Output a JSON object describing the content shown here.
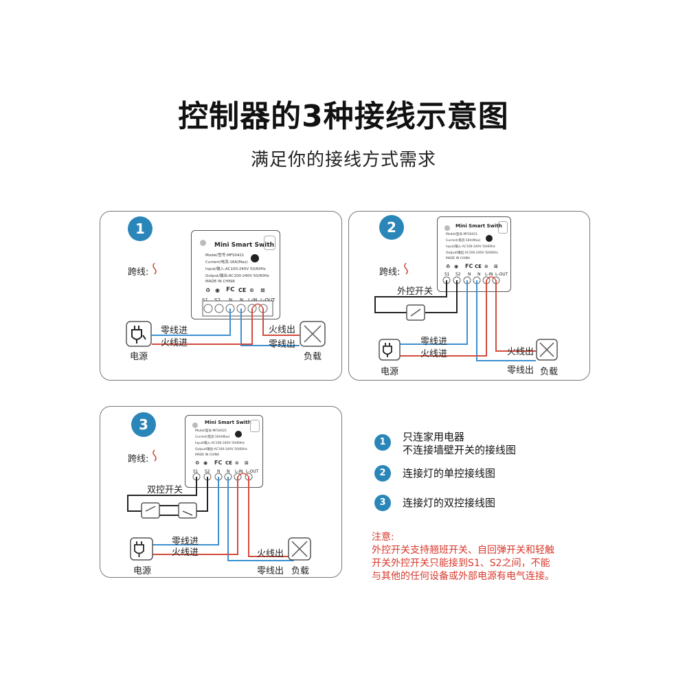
{
  "title": "控制器的3种接线示意图",
  "subtitle": "满足你的接线方式需求",
  "device": {
    "name": "Mini Smart Swith",
    "model": "Model/型号:MFS0421",
    "current": "Current/电流:16A(Max)",
    "input": "Input/输入:AC100-240V 50/60Hz",
    "output": "Output/输出:AC100-240V 50/60Hz",
    "made": "MADE IN CHINA",
    "terminals": [
      "S1",
      "S2",
      "N",
      "N",
      "L-IN",
      "L-OUT"
    ],
    "cert": "FC"
  },
  "labels": {
    "jumper": "跨线:",
    "neutral_in": "零线进",
    "live_in": "火线进",
    "live_out": "火线出",
    "neutral_out": "零线出",
    "power": "电源",
    "load": "负载",
    "ext_switch": "外控开关",
    "dual_switch": "双控开关"
  },
  "panels": [
    {
      "number": "1"
    },
    {
      "number": "2"
    },
    {
      "number": "3"
    }
  ],
  "legend": [
    {
      "number": "1",
      "line1": "只连家用电器",
      "line2": "不连接墙壁开关的接线图"
    },
    {
      "number": "2",
      "line1": "连接灯的单控接线图"
    },
    {
      "number": "3",
      "line1": "连接灯的双控接线图"
    }
  ],
  "note": {
    "heading": "注意:",
    "line1": "外控开关支持翘班开关、自回弹开关和轻触",
    "line2": "开关外控开关只能接到S1、S2之间，不能",
    "line3": "与其他的任何设备或外部电源有电气连接。"
  },
  "colors": {
    "accent": "#2a86b8",
    "neutral_wire": "#3a8fd0",
    "live_wire": "#d24a3a",
    "note_red": "#d8382c"
  }
}
